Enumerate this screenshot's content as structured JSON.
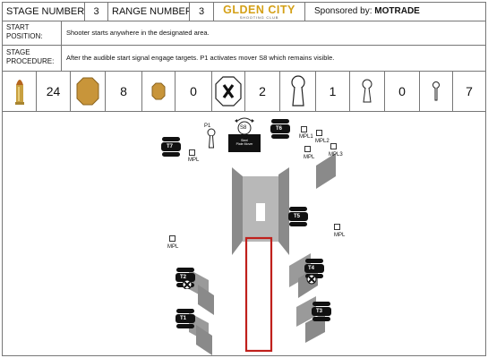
{
  "header": {
    "stage_label": "STAGE NUMBER:",
    "stage_value": "3",
    "range_label": "RANGE NUMBER:",
    "range_value": "3",
    "logo_main_a": "G",
    "logo_main_b": "LDEN CITY",
    "logo_sub": "SHOOTING CLUB",
    "sponsor_label": "Sponsored by:",
    "sponsor_name": "MOTRADE"
  },
  "start": {
    "label": "START POSITION:",
    "text": "Shooter starts anywhere in the designated area."
  },
  "procedure": {
    "label": "STAGE PROCEDURE:",
    "text": "After the audible start signal engage targets. P1 activates mover S8 which remains visible."
  },
  "counts": {
    "rounds": "24",
    "paper": "8",
    "steel": "0",
    "noshoot": "2",
    "popper": "1",
    "mini_popper": "0",
    "mpl": "7"
  },
  "field": {
    "labels": {
      "p1": "P1",
      "s8": "S8",
      "steel_mover_line1": "Steel",
      "steel_mover_line2": "Plate Mover",
      "mpl_a": "MPL",
      "mpl_1": "MPL1",
      "mpl_2": "MPL2",
      "mpl_3": "MPL3",
      "mpl_b": "MPL",
      "mpl_c": "MPL",
      "mpl_d": "MPL"
    },
    "targets": {
      "t1": "T1",
      "t2": "T2",
      "t3": "T3",
      "t4": "T4",
      "t5": "T5",
      "t6": "T6",
      "t7": "T7"
    }
  },
  "colors": {
    "border": "#777777",
    "target_black": "#111111",
    "wall_gray": "#8a8a8a",
    "shooting_box": "#c0201c",
    "logo_gold": "#d4a017"
  }
}
